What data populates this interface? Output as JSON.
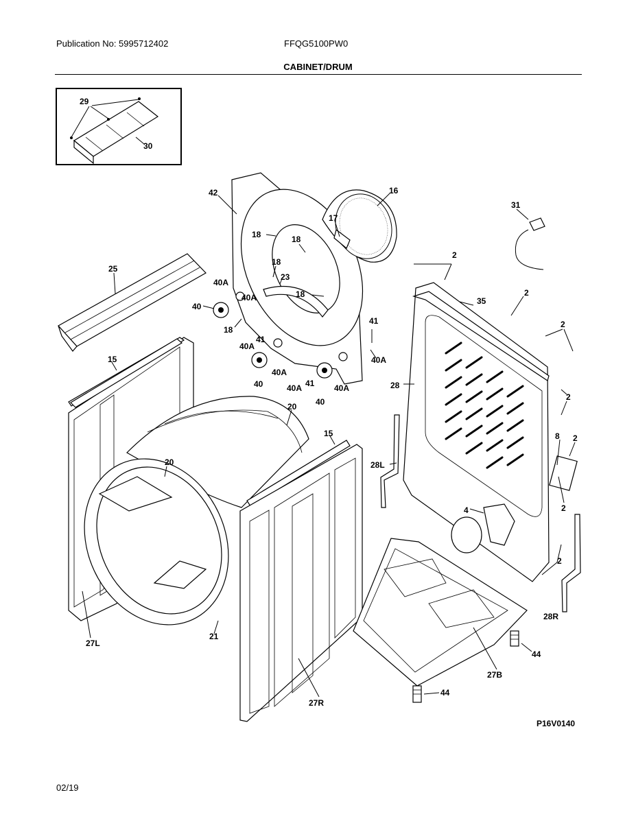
{
  "header": {
    "publication": "Publication No: 5995712402",
    "model": "FFQG5100PW0",
    "title": "CABINET/DRUM"
  },
  "footer": {
    "date": "02/19"
  },
  "diagram": {
    "figure_id": "P16V0140",
    "callouts": {
      "c29": "29",
      "c30": "30",
      "c42": "42",
      "c16": "16",
      "c31": "31",
      "c17": "17",
      "c18a": "18",
      "c18b": "18",
      "c18c": "18",
      "c18d": "18",
      "c18e": "18",
      "c23": "23",
      "c25": "25",
      "c40Aa": "40A",
      "c40Ab": "40A",
      "c40Ac": "40A",
      "c40Ad": "40A",
      "c40Ae": "40A",
      "c40Af": "40A",
      "c40a": "40",
      "c40b": "40",
      "c40c": "40",
      "c41a": "41",
      "c41b": "41",
      "c41c": "41",
      "c2a": "2",
      "c2b": "2",
      "c2c": "2",
      "c2d": "2",
      "c2e": "2",
      "c2f": "2",
      "c2g": "2",
      "c35": "35",
      "c15a": "15",
      "c15b": "15",
      "c20a": "20",
      "c20b": "20",
      "c28": "28",
      "c28L": "28L",
      "c28R": "28R",
      "c8": "8",
      "c4": "4",
      "c27L": "27L",
      "c21": "21",
      "c27R": "27R",
      "c27B": "27B",
      "c44a": "44",
      "c44b": "44"
    }
  }
}
